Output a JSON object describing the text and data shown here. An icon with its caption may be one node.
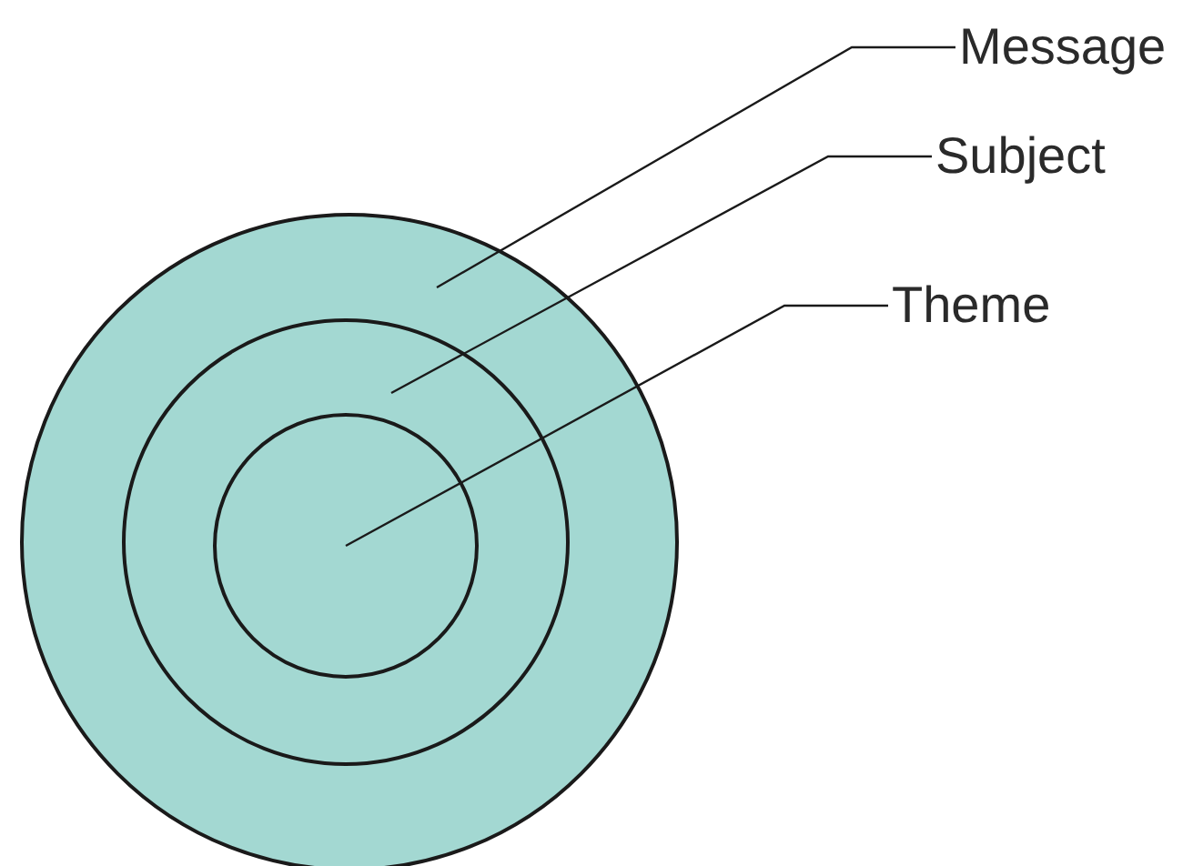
{
  "diagram": {
    "nodes": [
      {
        "text": [],
        "shape": "circle"
      },
      {
        "text": [],
        "shape": "circle",
        "in": 0
      },
      {
        "text": [],
        "shape": "circle",
        "in": 1
      },
      {
        "text": [
          "Message"
        ]
      },
      {
        "text": [
          "Subject"
        ]
      },
      {
        "text": [
          "Theme"
        ]
      }
    ],
    "edges": [
      {
        "from": 3,
        "to": 0,
        "arrow": "none"
      },
      {
        "from": 4,
        "to": 1,
        "arrow": "none"
      },
      {
        "from": 5,
        "to": 2,
        "arrow": "none"
      }
    ]
  }
}
